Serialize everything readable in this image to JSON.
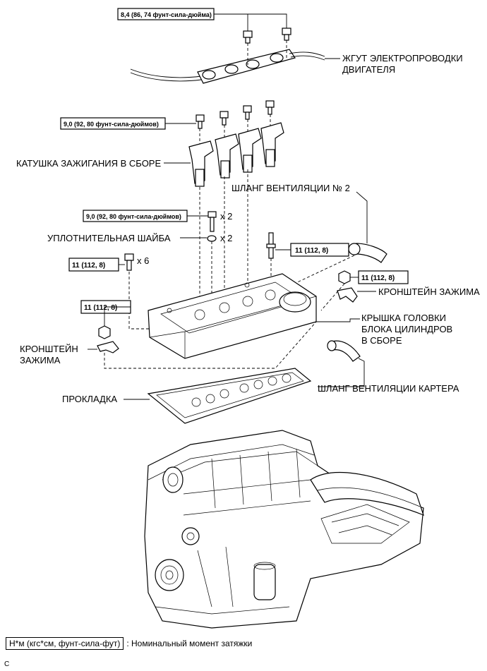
{
  "labels": {
    "wire_harness_1": "ЖГУТ ЭЛЕКТРОПРОВОДКИ",
    "wire_harness_2": "ДВИГАТЕЛЯ",
    "ignition_coil": "КАТУШКА ЗАЖИГАНИЯ В СБОРЕ",
    "vent_hose_2": "ШЛАНГ ВЕНТИЛЯЦИИ № 2",
    "seal_washer": "УПЛОТНИТЕЛЬНАЯ ШАЙБА",
    "clamp_bracket_right": "КРОНШТЕЙН ЗАЖИМА",
    "cover_1": "КРЫШКА ГОЛОВКИ",
    "cover_2": "БЛОКА ЦИЛИНДРОВ",
    "cover_3": "В СБОРЕ",
    "clamp_bracket_left_1": "КРОНШТЕЙН",
    "clamp_bracket_left_2": "ЗАЖИМА",
    "pcv_hose": "ШЛАНГ ВЕНТИЛЯЦИИ КАРТЕРА",
    "gasket": "ПРОКЛАДКА"
  },
  "multipliers": {
    "x2_a": "x 2",
    "x2_b": "x 2",
    "x6": "x 6"
  },
  "torques": {
    "harness": "8,4 (86, 74 фунт-сила-дюйма)",
    "coil": "9,0 (92, 80 фунт-сила-дюймов)",
    "washer_bolt": "9,0 (92, 80 фунт-сила-дюймов)",
    "stud": "11 (112, 8)",
    "bolts_x6": "11 (112, 8)",
    "nut_right": "11 (112, 8)",
    "nut_left": "11 (112, 8)"
  },
  "legend": {
    "box": "Н*м (кгс*см, фунт-сила-фут)",
    "text": ": Номинальный момент затяжки"
  },
  "corner_code": "C"
}
